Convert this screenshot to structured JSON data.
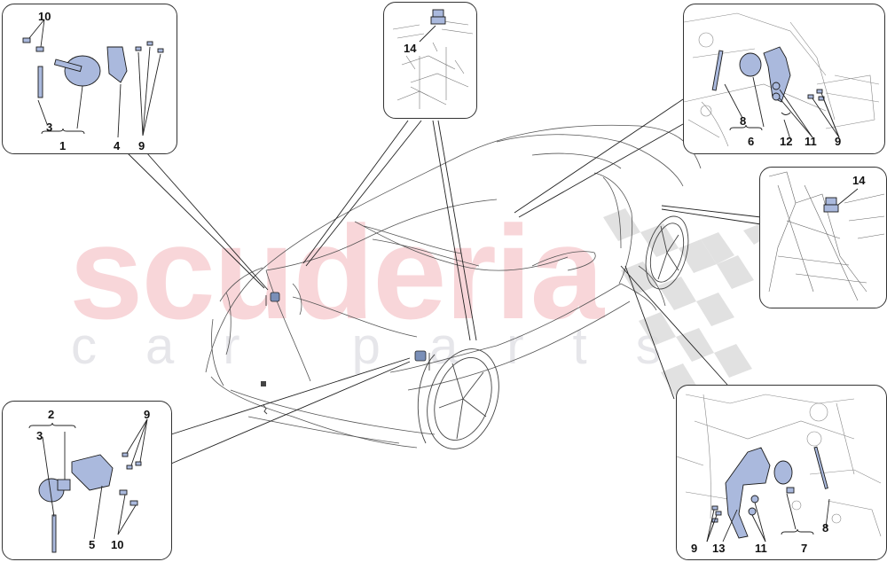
{
  "watermark": {
    "main": "scuderia",
    "sub": "car parts",
    "main_color": "#f8d6d9",
    "sub_color": "#e6e6ea"
  },
  "colors": {
    "part_fill": "#aab9dd",
    "part_stroke": "#1a1a1a",
    "line": "#333333",
    "checker": "#dcdcdc"
  },
  "panels": {
    "top_left": {
      "callouts": [
        "10",
        "3",
        "1",
        "4",
        "9"
      ],
      "parts": [
        "screws",
        "link rod",
        "height sensor assembly",
        "bracket",
        "screws"
      ]
    },
    "top_center": {
      "callouts": [
        "14"
      ]
    },
    "top_right": {
      "callouts": [
        "8",
        "6",
        "12",
        "11",
        "9"
      ]
    },
    "middle_right": {
      "callouts": [
        "14"
      ]
    },
    "bottom_left": {
      "callouts": [
        "2",
        "3",
        "9",
        "5",
        "10"
      ]
    },
    "bottom_right": {
      "callouts": [
        "9",
        "13",
        "11",
        "7",
        "8"
      ]
    }
  }
}
